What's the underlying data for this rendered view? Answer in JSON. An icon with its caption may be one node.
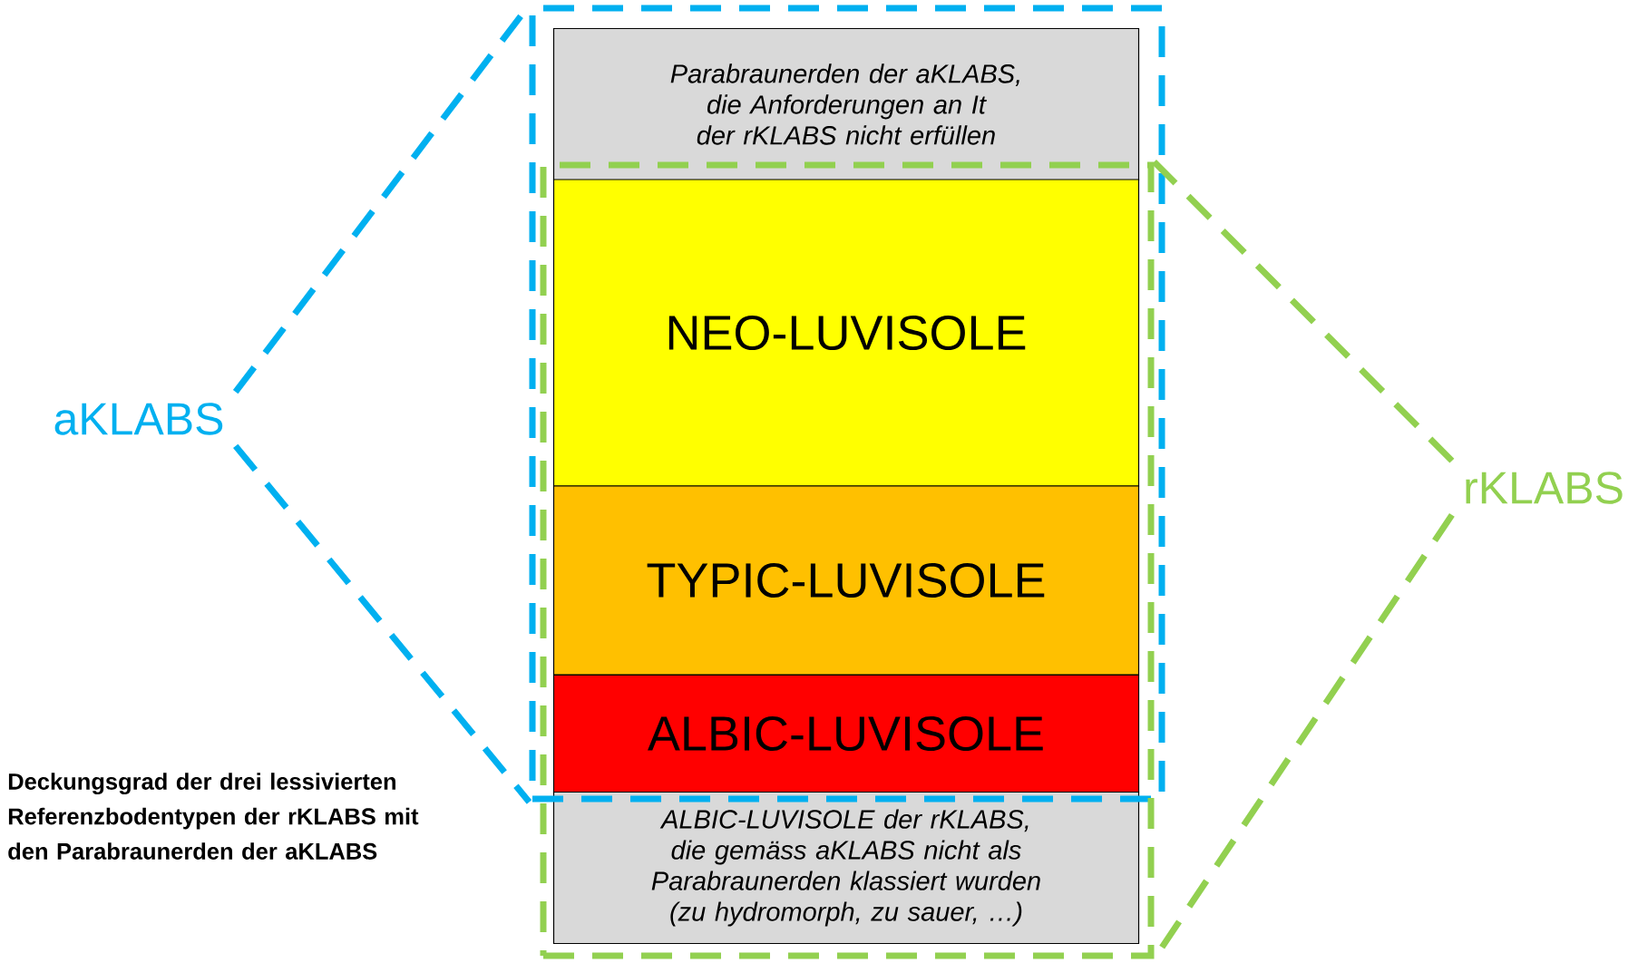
{
  "diagram": {
    "caption": "Deckungsgrad der drei lessivierten Referenzbodentypen der rKLABS mit den Parabraunerden der aKLABS",
    "nodes": [
      {
        "text": [],
        "shape": "box"
      },
      {
        "text": [],
        "shape": "box"
      },
      {
        "text": [
          "Parabraunerden  der aKLABS, die Anforderungen an It der rKLABS nicht erfüllen"
        ],
        "in": 0
      },
      {
        "text": [
          "NEO-LUVISOLE"
        ],
        "in": 1
      },
      {
        "text": [
          "TYPIC-LUVISOLE"
        ],
        "in": 1
      },
      {
        "text": [
          "ALBIC-LUVISOLE"
        ],
        "in": 1
      },
      {
        "text": [
          "ALBIC-LUVISOLE der rKLABS, die gemäss aKLABS nicht als Parabraunerden klassiert wurden (zu hydromorph, zu sauer, …)"
        ],
        "in": 1
      },
      {
        "text": [
          "aKLABS"
        ]
      },
      {
        "text": [
          "rKLABS"
        ]
      }
    ],
    "edges": [
      {
        "from": 7,
        "to": 0,
        "arrow": "none",
        "style": "dashed",
        "color": "#00b0f0"
      },
      {
        "from": 7,
        "to": 0,
        "arrow": "none",
        "style": "dashed",
        "color": "#00b0f0"
      },
      {
        "from": 8,
        "to": 1,
        "arrow": "none",
        "style": "dashed",
        "color": "#92d050"
      },
      {
        "from": 8,
        "to": 1,
        "arrow": "none",
        "style": "dashed",
        "color": "#92d050"
      }
    ]
  }
}
